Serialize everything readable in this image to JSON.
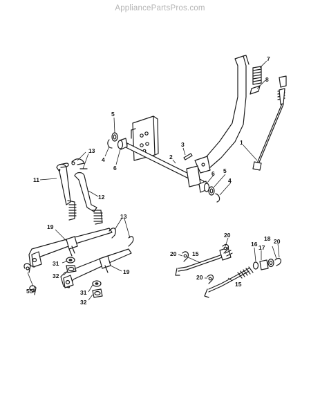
{
  "watermark": "AppliancePartsPros.com",
  "callouts": [
    {
      "id": "c1",
      "text": "1"
    },
    {
      "id": "c2",
      "text": "2"
    },
    {
      "id": "c3",
      "text": "3"
    },
    {
      "id": "c4a",
      "text": "4"
    },
    {
      "id": "c4b",
      "text": "4"
    },
    {
      "id": "c5a",
      "text": "5"
    },
    {
      "id": "c5b",
      "text": "5"
    },
    {
      "id": "c6a",
      "text": "6"
    },
    {
      "id": "c6b",
      "text": "6"
    },
    {
      "id": "c7",
      "text": "7"
    },
    {
      "id": "c8",
      "text": "8"
    },
    {
      "id": "c11",
      "text": "11"
    },
    {
      "id": "c12",
      "text": "12"
    },
    {
      "id": "c13a",
      "text": "13"
    },
    {
      "id": "c13b",
      "text": "13"
    },
    {
      "id": "c15a",
      "text": "15"
    },
    {
      "id": "c15b",
      "text": "15"
    },
    {
      "id": "c16",
      "text": "16"
    },
    {
      "id": "c17",
      "text": "17"
    },
    {
      "id": "c18",
      "text": "18"
    },
    {
      "id": "c19a",
      "text": "19"
    },
    {
      "id": "c19b",
      "text": "19"
    },
    {
      "id": "c20a",
      "text": "20"
    },
    {
      "id": "c20b",
      "text": "20"
    },
    {
      "id": "c20c",
      "text": "20"
    },
    {
      "id": "c20d",
      "text": "20"
    },
    {
      "id": "c31a",
      "text": "31"
    },
    {
      "id": "c31b",
      "text": "31"
    },
    {
      "id": "c32a",
      "text": "32"
    },
    {
      "id": "c32b",
      "text": "32"
    },
    {
      "id": "c55",
      "text": "55"
    }
  ]
}
